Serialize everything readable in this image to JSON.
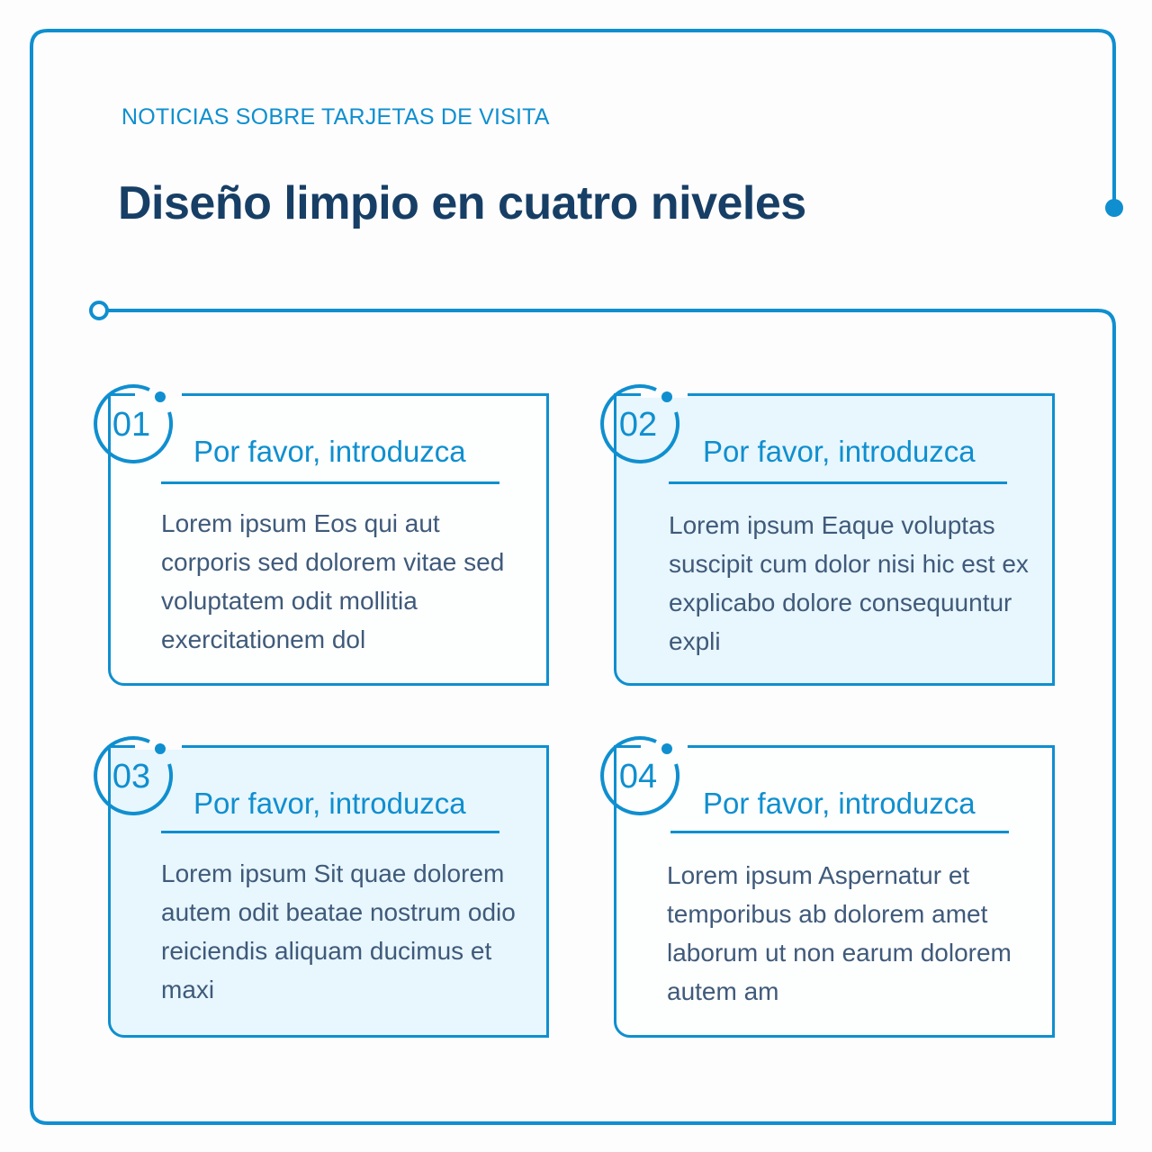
{
  "header": {
    "eyebrow": "NOTICIAS SOBRE TARJETAS DE VISITA",
    "title": "Diseño limpio en cuatro niveles"
  },
  "colors": {
    "accent": "#0f8fcf",
    "title": "#173f66",
    "body_text": "#3f5a7a",
    "card_tint": "#e8f6fd",
    "background": "#fdfdfe"
  },
  "cards": [
    {
      "number": "01",
      "heading": "Por favor, introduzca",
      "body": "Lorem ipsum Eos qui aut corporis sed dolorem vitae sed voluptatem odit mollitia exercitationem dol",
      "tinted": false
    },
    {
      "number": "02",
      "heading": "Por favor, introduzca",
      "body": "Lorem ipsum Eaque voluptas suscipit cum dolor nisi hic est ex explicabo dolore consequuntur expli",
      "tinted": true
    },
    {
      "number": "03",
      "heading": "Por favor, introduzca",
      "body": "Lorem ipsum Sit quae dolorem autem odit beatae nostrum odio reiciendis aliquam ducimus et maxi",
      "tinted": true
    },
    {
      "number": "04",
      "heading": "Por favor, introduzca",
      "body": "Lorem ipsum Aspernatur et temporibus ab dolorem amet laborum ut non earum dolorem autem am",
      "tinted": false
    }
  ]
}
